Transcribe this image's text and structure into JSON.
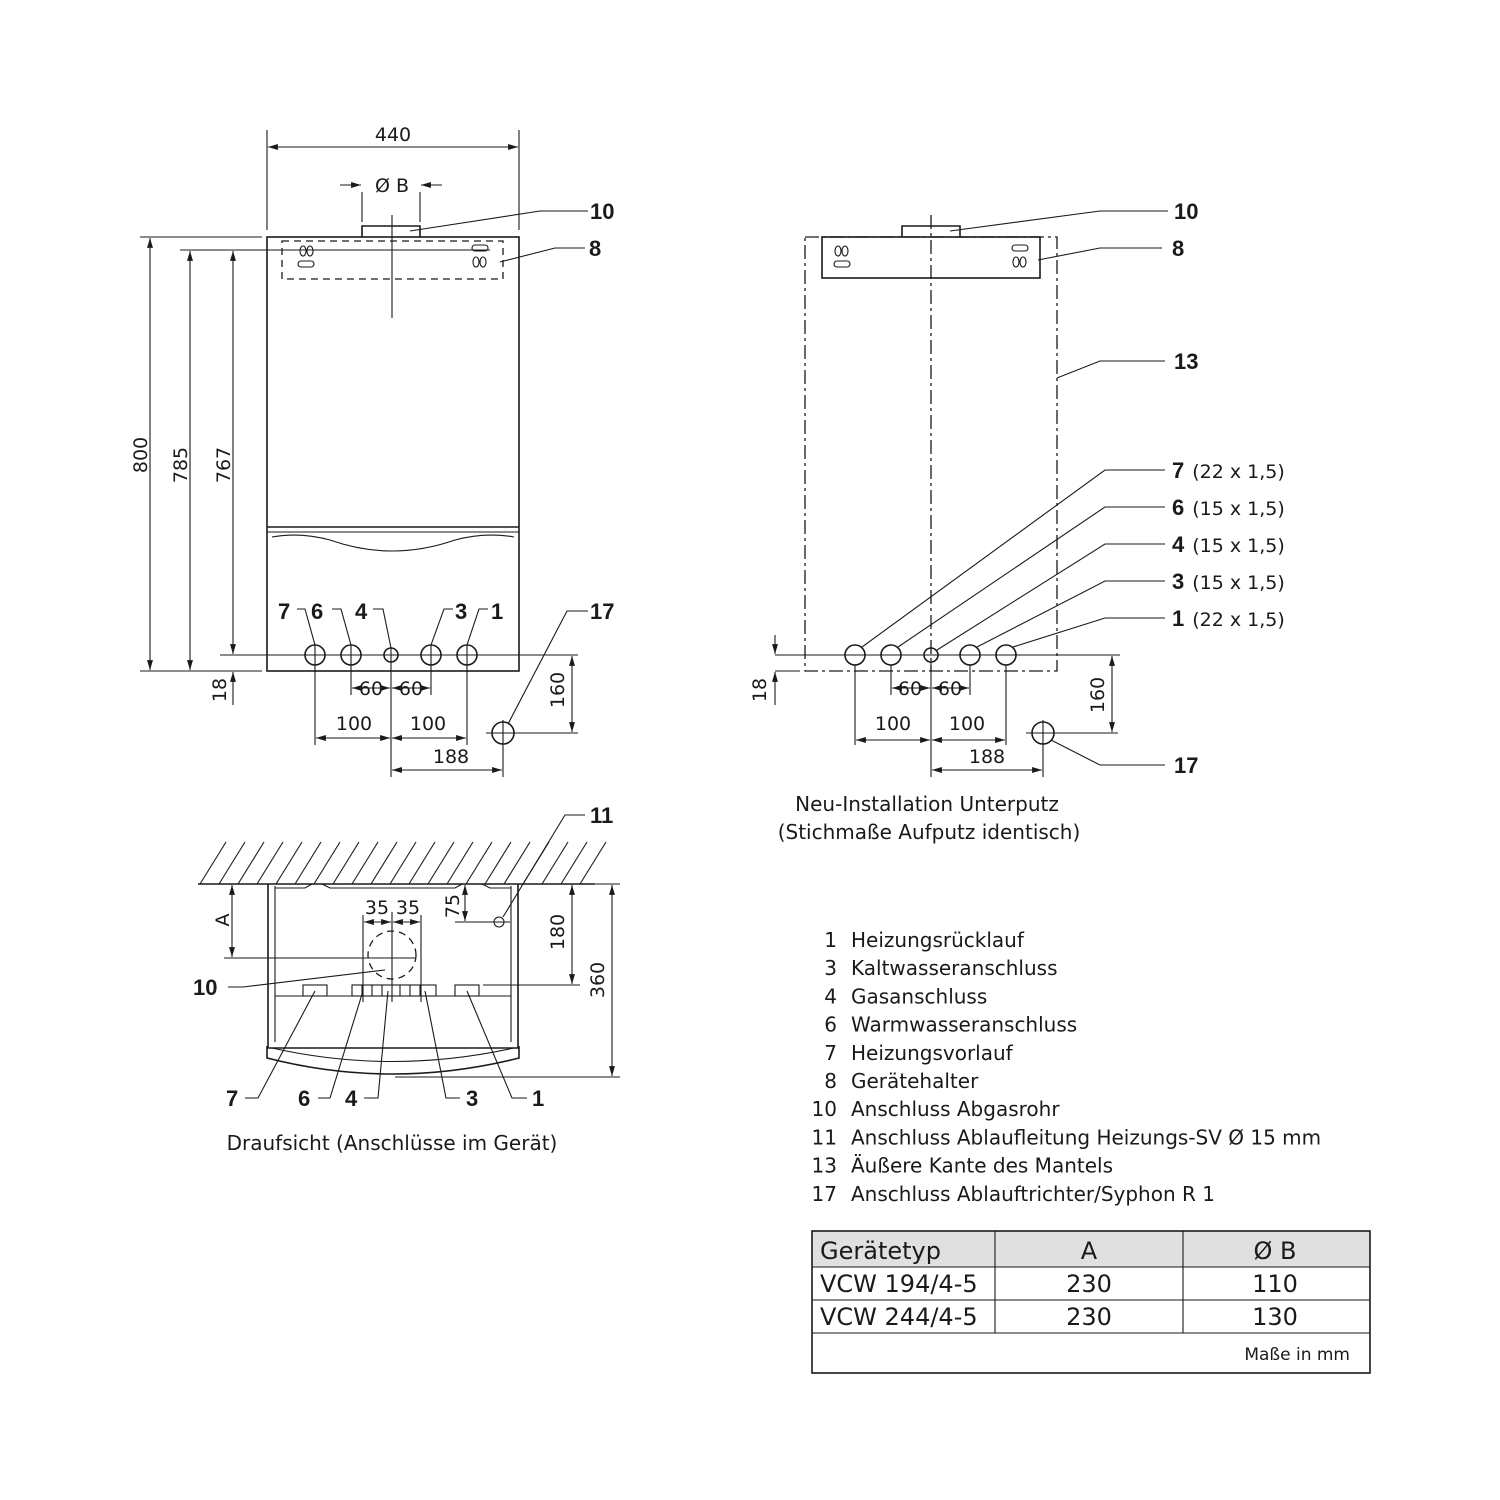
{
  "front_view": {
    "width_dim": "440",
    "flue_dim": "Ø B",
    "height_dims": [
      "800",
      "785",
      "767"
    ],
    "offset_dim": "18",
    "spacing_inner": [
      "60",
      "60"
    ],
    "spacing_outer": [
      "100",
      "100"
    ],
    "drain_horizontal": "188",
    "drain_vertical": "160",
    "callouts": [
      "10",
      "8",
      "7",
      "6",
      "4",
      "3",
      "1",
      "17"
    ]
  },
  "install_view": {
    "callouts": {
      "c10": "10",
      "c8": "8",
      "c13": "13",
      "c17": "17"
    },
    "connections": [
      {
        "num": "7",
        "size": "(22 x 1,5)"
      },
      {
        "num": "6",
        "size": "(15 x 1,5)"
      },
      {
        "num": "4",
        "size": "(15 x 1,5)"
      },
      {
        "num": "3",
        "size": "(15 x 1,5)"
      },
      {
        "num": "1",
        "size": "(22 x 1,5)"
      }
    ],
    "offset_dim": "18",
    "spacing_inner": [
      "60",
      "60"
    ],
    "spacing_outer": [
      "100",
      "100"
    ],
    "drain_horizontal": "188",
    "drain_vertical": "160",
    "caption_line1": "Neu-Installation Unterputz",
    "caption_line2": "(Stichmaße Aufputz identisch)"
  },
  "top_view": {
    "dim_a": "A",
    "dim_35": [
      "35",
      "35"
    ],
    "dim_75": "75",
    "dim_180": "180",
    "dim_360": "360",
    "callouts": {
      "c11": "11",
      "c10": "10",
      "c7": "7",
      "c6": "6",
      "c4": "4",
      "c3": "3",
      "c1": "1"
    },
    "caption": "Draufsicht (Anschlüsse im Gerät)"
  },
  "legend": [
    {
      "num": "1",
      "text": "Heizungsrücklauf"
    },
    {
      "num": "3",
      "text": "Kaltwasseranschluss"
    },
    {
      "num": "4",
      "text": "Gasanschluss"
    },
    {
      "num": "6",
      "text": "Warmwasseranschluss"
    },
    {
      "num": "7",
      "text": "Heizungsvorlauf"
    },
    {
      "num": "8",
      "text": "Gerätehalter"
    },
    {
      "num": "10",
      "text": "Anschluss Abgasrohr"
    },
    {
      "num": "11",
      "text": "Anschluss Ablaufleitung Heizungs-SV Ø 15 mm"
    },
    {
      "num": "13",
      "text": "Äußere Kante des Mantels"
    },
    {
      "num": "17",
      "text": "Anschluss Ablauftrichter/Syphon R 1"
    }
  ],
  "table": {
    "headers": [
      "Gerätetyp",
      "A",
      "Ø B"
    ],
    "rows": [
      [
        "VCW 194/4-5",
        "230",
        "110"
      ],
      [
        "VCW 244/4-5",
        "230",
        "130"
      ]
    ],
    "footer": "Maße in mm",
    "header_bg": "#e0e0e0"
  }
}
